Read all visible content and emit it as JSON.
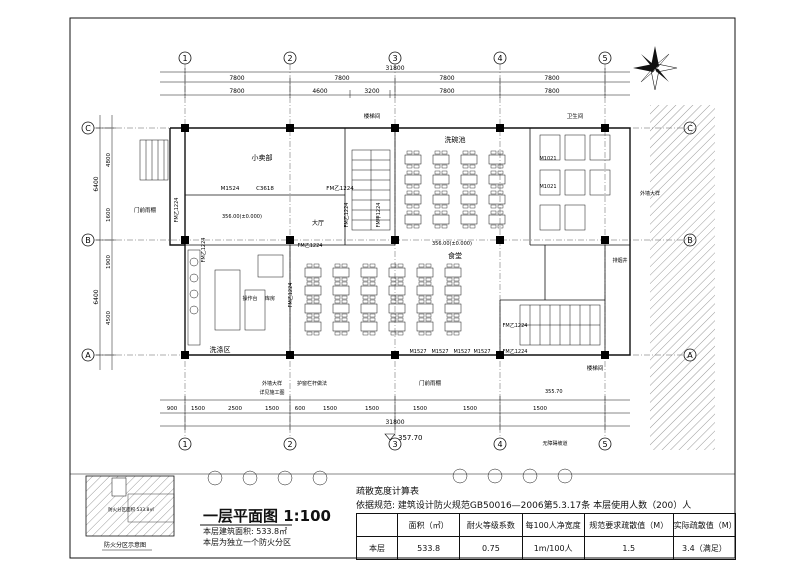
{
  "grid": {
    "columns": [
      "1",
      "2",
      "3",
      "4",
      "5"
    ],
    "rows": [
      "C",
      "B",
      "A"
    ]
  },
  "dimensions": {
    "overall_width": "31800",
    "top_bays": [
      "7800",
      "7800",
      "7800",
      "7800"
    ],
    "second_chain": [
      "7800",
      "4600",
      "3200",
      "7800",
      "7800"
    ],
    "left_bays": [
      "6400",
      "6400"
    ],
    "left_detail": [
      "4800",
      "1600",
      "1900",
      "4500"
    ],
    "bottom_chain": [
      "900",
      "1500",
      "2500",
      "1500",
      "600",
      "1500",
      "1500",
      "1500",
      "1500",
      "1500"
    ],
    "elevation": "357.70"
  },
  "rooms": {
    "snack_bar": "小卖部",
    "dishwashing": "洗碗池",
    "dining": "食堂",
    "kitchen": "洗涤区",
    "hall": "大厅",
    "ops": "操作台",
    "storage": "库房"
  },
  "doors": {
    "d1": "M1524",
    "d2": "C3618",
    "d3": "FM乙1224",
    "d4": "FM乙1224",
    "d5": "FM乙1224",
    "d6": "FM乙1224",
    "d7": "M1021",
    "d8": "M1021",
    "d9": "M1527",
    "d10": "M1527",
    "d11": "M1527",
    "d12": "M1527",
    "d13": "FM乙1224",
    "d14": "FM乙1224",
    "d15": "FM乙1224",
    "d16": "FM乙1224",
    "d17": "FM甲1224"
  },
  "levels": {
    "l1": "356.00(±0.000)",
    "l2": "356.00(±0.000)",
    "l3": "355.70"
  },
  "annotations": {
    "a1": "楼梯间",
    "a2": "门前雨棚",
    "a3": "门前雨棚",
    "a4": "楼梯间",
    "a5": "排烟井",
    "a6": "外墙大样",
    "a7": "外墙大样",
    "a8": "详见施工图",
    "a9": "护窗栏杆做法",
    "a10": "无障碍坡道",
    "a11": "卫生间"
  },
  "title": {
    "main": "一层平面图",
    "scale": "1:100",
    "area_note": "本层建筑面积: 533.8㎡",
    "zone_note": "本层为独立一个防火分区"
  },
  "fire_zone": {
    "caption": "防火分区示意图",
    "area": "防火分区面积 533.8㎡"
  },
  "egress_table": {
    "title": "疏散宽度计算表",
    "basis": "依据规范: 建筑设计防火规范GB50016—2006第5.3.17条 本层使用人数（200）人",
    "headers": [
      "",
      "面积（㎡）",
      "耐火等级系数",
      "每100人净宽度",
      "规范要求疏散值（M）",
      "实际疏散值（M）"
    ],
    "rows": [
      [
        "本层",
        "533.8",
        "0.75",
        "1m/100人",
        "1.5",
        "3.4（满足）"
      ]
    ]
  },
  "colors": {
    "ink": "#111111",
    "column": "#000000",
    "paper": "#ffffff",
    "hatch": "#555555"
  },
  "icons": {
    "north_arrow": "north-arrow-icon"
  }
}
